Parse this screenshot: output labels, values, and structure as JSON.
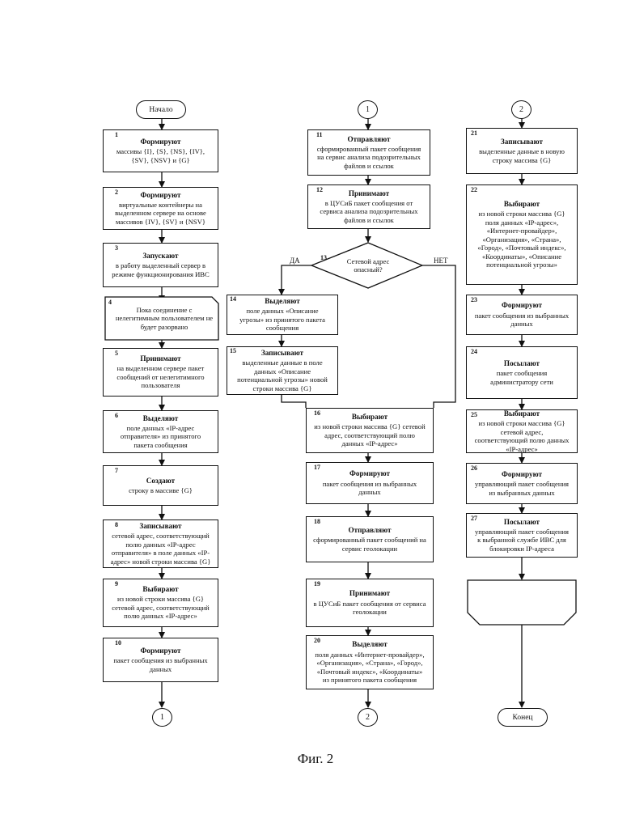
{
  "terminals": {
    "start": "Начало",
    "end": "Конец"
  },
  "connectors": {
    "c1": "1",
    "c2": "2"
  },
  "decision": {
    "num": "13",
    "text": "Сетевой адрес опасный?",
    "yes": "ДА",
    "no": "НЕТ"
  },
  "loop": {
    "num": "4",
    "text": "Пока соединение с нелегитимным пользователем не будет разорвано"
  },
  "caption": "Фиг. 2",
  "steps": {
    "s1": {
      "num": "1",
      "head": "Формируют",
      "body": "массивы {I}, {S}, {NS}, {IV}, {SV}, {NSV} и {G}"
    },
    "s2": {
      "num": "2",
      "head": "Формируют",
      "body": "виртуальные контейнеры на выделенном сервере на основе массивов {IV}, {SV} и {NSV}"
    },
    "s3": {
      "num": "3",
      "head": "Запускают",
      "body": "в работу выделенный сервер в режиме функционирования ИВС"
    },
    "s5": {
      "num": "5",
      "head": "Принимают",
      "body": "на выделенном сервере пакет сообщений от нелегитимного пользователя"
    },
    "s6": {
      "num": "6",
      "head": "Выделяют",
      "body": "поле данных «IP-адрес отправителя» из принятого пакета сообщения"
    },
    "s7": {
      "num": "7",
      "head": "Создают",
      "body": "строку в массиве {G}"
    },
    "s8": {
      "num": "8",
      "head": "Записывают",
      "body": "сетевой адрес, соответствующий полю данных «IP-адрес отправителя» в поле данных «IP-адрес» новой строки массива {G}"
    },
    "s9": {
      "num": "9",
      "head": "Выбирают",
      "body": "из новой строки массива {G} сетевой адрес, соответствующий полю данных «IP-адрес»"
    },
    "s10": {
      "num": "10",
      "head": "Формируют",
      "body": "пакет сообщения из выбранных данных"
    },
    "s11": {
      "num": "11",
      "head": "Отправляют",
      "body": "сформированный пакет сообщения на сервис анализа подозрительных файлов и ссылок"
    },
    "s12": {
      "num": "12",
      "head": "Принимают",
      "body": "в ЦУСиБ пакет сообщения от сервиса анализа подозрительных файлов и ссылок"
    },
    "s14": {
      "num": "14",
      "head": "Выделяют",
      "body": "поле данных «Описание угрозы» из принятого пакета сообщения"
    },
    "s15": {
      "num": "15",
      "head": "Записывают",
      "body": "выделенные данные в поле данных «Описание потенциальной угрозы» новой строки массива {G}"
    },
    "s16": {
      "num": "16",
      "head": "Выбирают",
      "body": "из новой строки массива {G} сетевой адрес, соответствующий полю данных «IP-адрес»"
    },
    "s17": {
      "num": "17",
      "head": "Формируют",
      "body": "пакет сообщения из выбранных данных"
    },
    "s18": {
      "num": "18",
      "head": "Отправляют",
      "body": "сформированный пакет сообщений на сервис геолокации"
    },
    "s19": {
      "num": "19",
      "head": "Принимают",
      "body": "в ЦУСиБ пакет сообщения от сервиса геолокации"
    },
    "s20": {
      "num": "20",
      "head": "Выделяют",
      "body": "поля данных «Интернет-провайдер», «Организация», «Страна», «Город», «Почтовый индекс», «Координаты» из принятого пакета сообщения"
    },
    "s21": {
      "num": "21",
      "head": "Записывают",
      "body": "выделенные данные в новую строку массива {G}"
    },
    "s22": {
      "num": "22",
      "head": "Выбирают",
      "body": "из новой строки массива {G} поля данных «IP-адрес», «Интернет-провайдер», «Организация», «Страна», «Город», «Почтовый индекс», «Координаты», «Описание потенциальной угрозы»"
    },
    "s23": {
      "num": "23",
      "head": "Формируют",
      "body": "пакет сообщения из выбранных данных"
    },
    "s24": {
      "num": "24",
      "head": "Посылают",
      "body": "пакет сообщения администратору сети"
    },
    "s25": {
      "num": "25",
      "head": "Выбирают",
      "body": "из новой строки массива {G} сетевой адрес, соответствующий полю данных «IP-адрес»"
    },
    "s26": {
      "num": "26",
      "head": "Формируют",
      "body": "управляющий пакет сообщения из выбранных данных"
    },
    "s27": {
      "num": "27",
      "head": "Посылают",
      "body": "управляющий пакет сообщения к выбранной службе ИВС для блокировки IP-адреса"
    }
  }
}
